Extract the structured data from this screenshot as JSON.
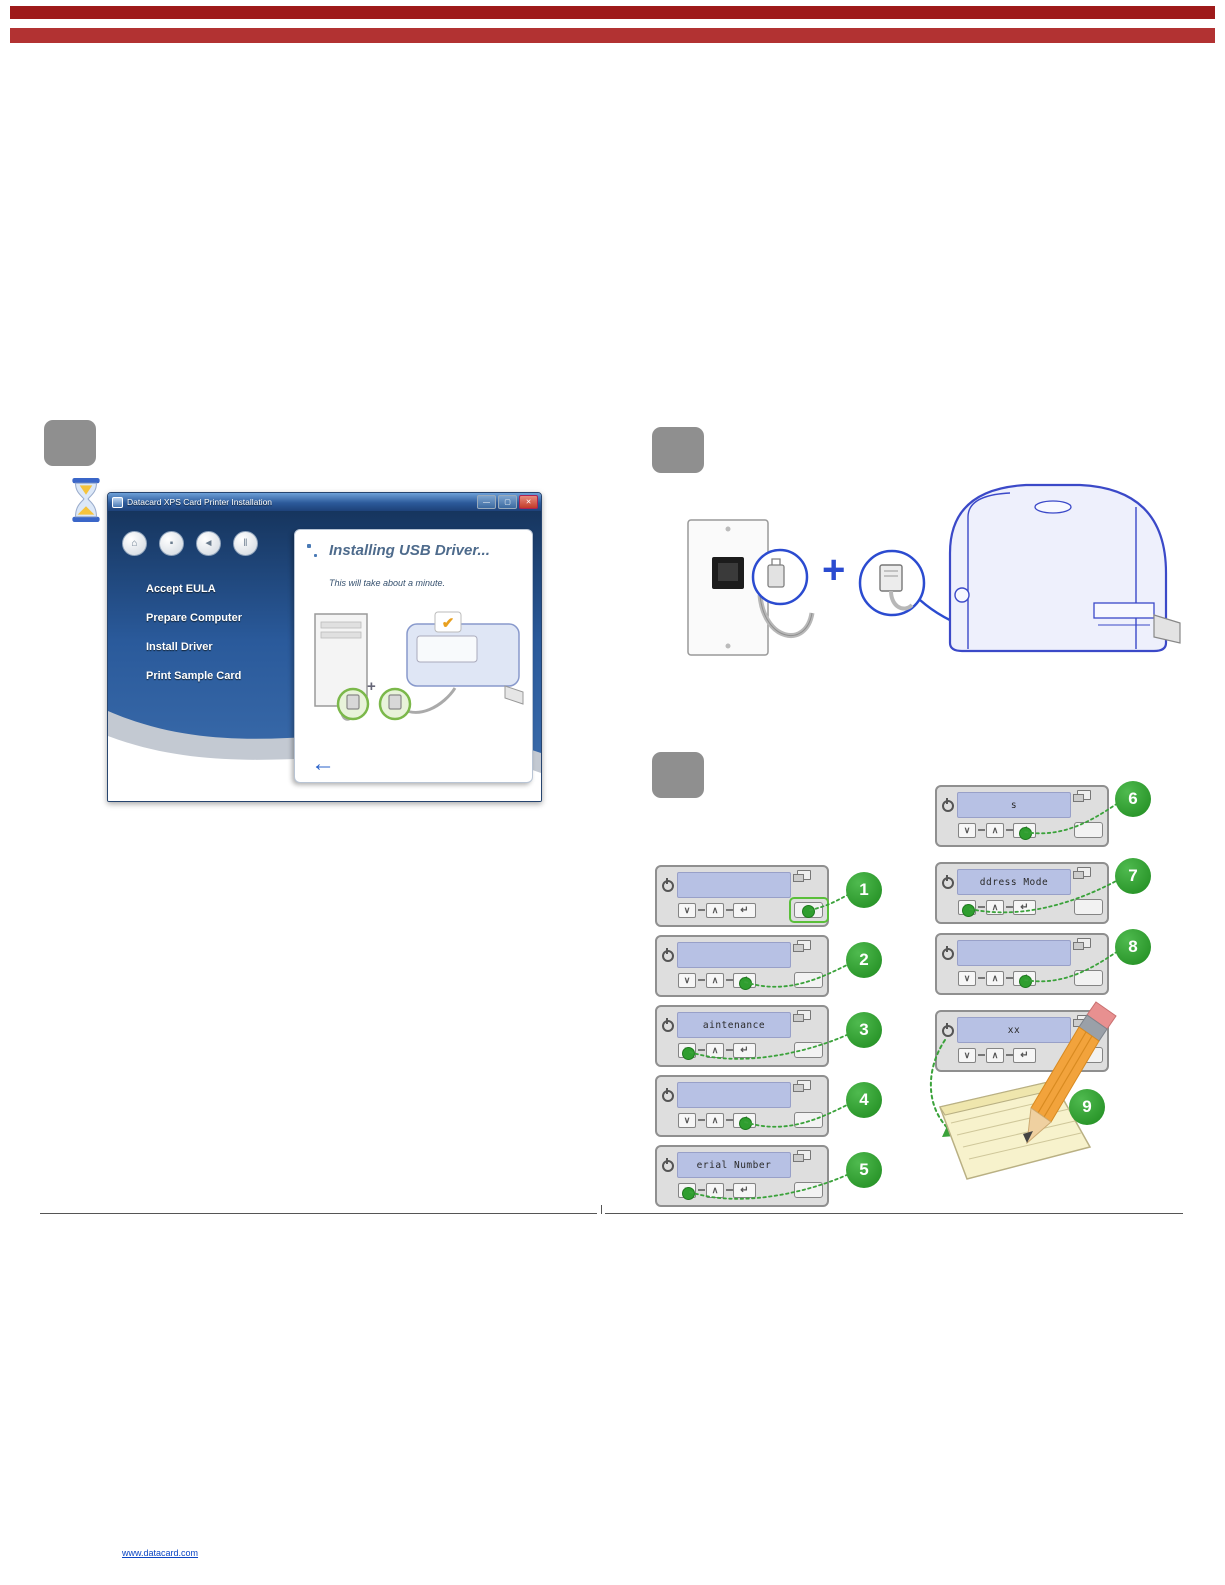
{
  "colors": {
    "bar_red1": "#9e1a1a",
    "bar_red2": "#b23232",
    "accent_green": "#2f9e2f",
    "dotted_green": "#3aa23a",
    "printer_blue": "#2b4bd0",
    "lcd_blue": "#b7c1e4",
    "link_blue": "#0b46c4",
    "window_blue_dark": "#1d4179",
    "window_blue_light": "#4a80c4",
    "check_green": "#8faf3c",
    "pointer_orange": "#e0761e",
    "pencil_orange": "#f2a33c"
  },
  "meta": {
    "footer_link": "www.datacard.com"
  },
  "installer": {
    "window_title": "Datacard XPS Card Printer Installation",
    "heading": "Installing USB Driver...",
    "subheading": "This will take about a minute.",
    "plus": "+",
    "menu": [
      {
        "label": "Accept EULA",
        "status": "done"
      },
      {
        "label": "Prepare Computer",
        "status": "done"
      },
      {
        "label": "Install Driver",
        "status": "current"
      },
      {
        "label": "Print Sample Card",
        "status": "pending"
      }
    ]
  },
  "network": {
    "plus": "+"
  },
  "panel_steps": [
    {
      "num": "1",
      "lcd": ""
    },
    {
      "num": "2",
      "lcd": ""
    },
    {
      "num": "3",
      "lcd": "aintenance"
    },
    {
      "num": "4",
      "lcd": ""
    },
    {
      "num": "5",
      "lcd": "erial Number"
    },
    {
      "num": "6",
      "lcd": "s"
    },
    {
      "num": "7",
      "lcd": "ddress Mode"
    },
    {
      "num": "8",
      "lcd": ""
    },
    {
      "num": "9",
      "lcd": "xx"
    }
  ]
}
